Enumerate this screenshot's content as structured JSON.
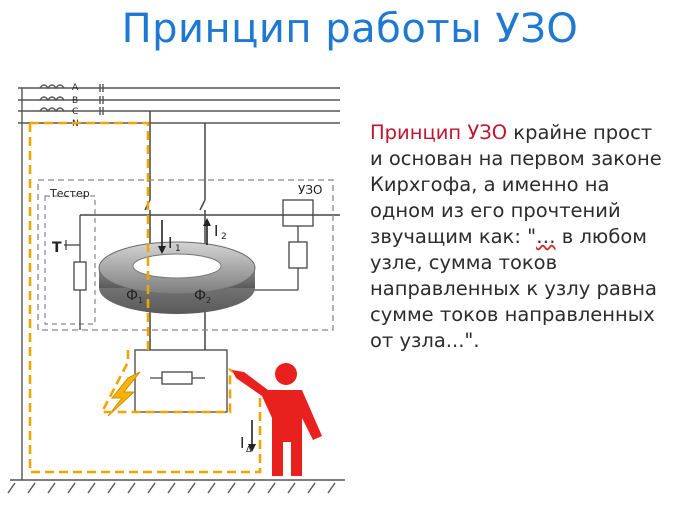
{
  "title": "Принцип работы УЗО",
  "description": {
    "highlight": "Принцип УЗО",
    "line1_rest": " крайне прост",
    "line2": "и основан на первом законе",
    "line3": "Кирхгофа, а именно на",
    "line4": "одном из его прочтений",
    "line5_pre": "звучащим как: \"",
    "line5_ellipsis": "…",
    "line5_post": " в любом",
    "line6": "узле, сумма токов",
    "line7": "направленных к узлу равна",
    "line8": "сумме токов направленных",
    "line9": "от узла...\"."
  },
  "diagram": {
    "phase_labels": [
      "A",
      "B",
      "C",
      "N"
    ],
    "tester_label": "Тестер",
    "tester_switch_label": "T",
    "uzo_label": "УЗО",
    "current_labels": {
      "i1": "I",
      "i1_sub": "1",
      "i2": "I",
      "i2_sub": "2",
      "flux1": "Ф",
      "flux1_sub": "1",
      "flux2": "Ф",
      "flux2_sub": "2",
      "leak": "I",
      "leak_sub": "Δ"
    },
    "colors": {
      "wire": "#444444",
      "leak_path": "#f0a500",
      "person": "#e8201e",
      "ring": "#9a9a9a",
      "title": "#1f78d1",
      "highlight": "#c0152f"
    }
  }
}
